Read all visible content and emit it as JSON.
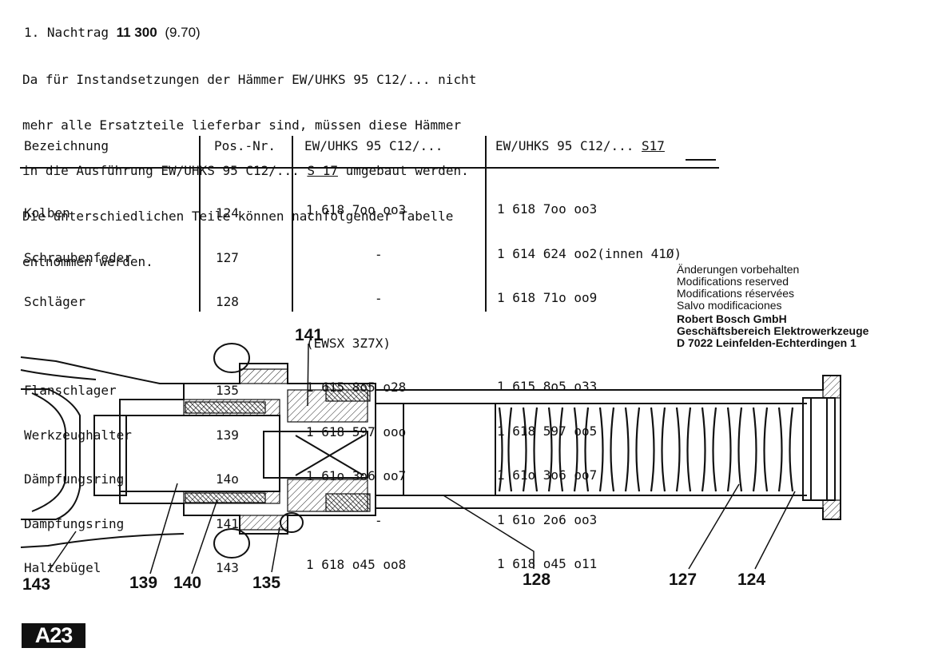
{
  "header": {
    "prefix": "1. Nachtrag",
    "number": "11 300",
    "date": "(9.70)"
  },
  "intro": {
    "line1": "Da für Instandsetzungen der Hämmer EW/UHKS 95 C12/... nicht",
    "line2": "mehr alle Ersatzteile lieferbar sind, müssen diese Hämmer",
    "line3_a": "in die Ausführung EW/UHKS 95 C12/... ",
    "line3_u": "S 17",
    "line3_b": " umgebaut werden.",
    "line4": "Die unterschiedlichen Teile können nachfolgender Tabelle",
    "line5": "entnommen werden."
  },
  "table": {
    "headers": {
      "name": "Bezeichnung",
      "pos": "Pos.-Nr.",
      "old": "EW/UHKS 95 C12/...",
      "new_a": "EW/UHKS 95 C12/... ",
      "new_u": "S17"
    },
    "rows": [
      {
        "name": "Kolben",
        "pos": "124",
        "old": "1 618 7oo oo3",
        "new": "1 618 7oo oo3"
      },
      {
        "name": "Schraubenfeder",
        "pos": "127",
        "old": "-",
        "new": "1 614 624 oo2(innen 41Ø)"
      },
      {
        "name": "Schläger",
        "pos": "128",
        "old": "-",
        "new": "1 618 71o oo9"
      },
      {
        "name": "",
        "pos": "",
        "old": "(EWSX 3Z7X)",
        "new": ""
      },
      {
        "name": "Flanschlager",
        "pos": "135",
        "old": "1 615 8o5 o28",
        "new": "1 615 8o5 o33"
      },
      {
        "name": "Werkzeughalter",
        "pos": "139",
        "old": "1 618 597 ooo",
        "new": "1 618 597 oo5"
      },
      {
        "name": "Dämpfungsring",
        "pos": "14o",
        "old": "1 61o 3o6 oo7",
        "new": "1 61o 3o6 oo7"
      },
      {
        "name": "Dämpfungsring",
        "pos": "141",
        "old": "-",
        "new": "1 61o 2o6 oo3"
      },
      {
        "name": "Haltebügel",
        "pos": "143",
        "old": "1 618 o45 oo8",
        "new": "1 618 o45 o11"
      }
    ]
  },
  "notes": {
    "lines": [
      "Änderungen vorbehalten",
      "Modifications reserved",
      "Modifications réservées",
      "Salvo modificaciones"
    ],
    "company": [
      "Robert Bosch GmbH",
      "Geschäftsbereich Elektrowerkzeuge",
      "D 7022 Leinfelden-Echterdingen 1"
    ]
  },
  "callouts": {
    "c141": "141",
    "c143": "143",
    "c139": "139",
    "c140": "140",
    "c135": "135",
    "c128": "128",
    "c127": "127",
    "c124": "124"
  },
  "badge": "A23"
}
